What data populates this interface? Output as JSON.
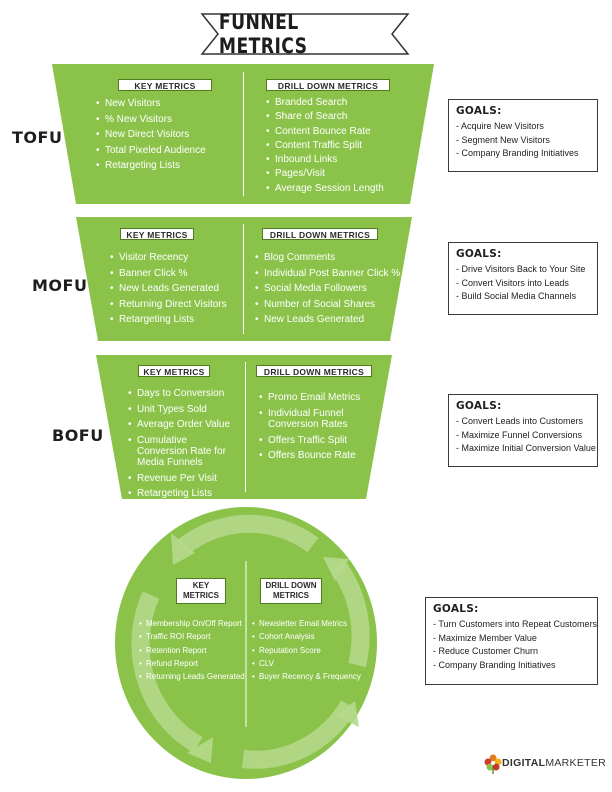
{
  "title": "FUNNEL METRICS",
  "colors": {
    "green": "#8bc34a",
    "green_dark": "#6fa23a",
    "green_light": "#b5d98b",
    "text_dark": "#1e1e1e",
    "border": "#3a3a3a"
  },
  "stages": [
    {
      "label": "TOFU",
      "key_header": "KEY METRICS",
      "drill_header": "DRILL DOWN METRICS",
      "key_metrics": [
        "New Visitors",
        "% New Visitors",
        "New Direct Visitors",
        "Total Pixeled Audience",
        "Retargeting Lists"
      ],
      "drill_metrics": [
        "Branded Search",
        "Share of Search",
        "Content Bounce Rate",
        "Content Traffic Split",
        "Inbound Links",
        "Pages/Visit",
        "Average Session Length"
      ],
      "goals_title": "GOALS:",
      "goals": [
        "- Acquire New Visitors",
        "- Segment New Visitors",
        "- Company Branding Initiatives"
      ]
    },
    {
      "label": "MOFU",
      "key_header": "KEY METRICS",
      "drill_header": "DRILL DOWN METRICS",
      "key_metrics": [
        "Visitor Recency",
        "Banner Click %",
        "New Leads Generated",
        "Returning Direct Visitors",
        "Retargeting Lists"
      ],
      "drill_metrics": [
        "Blog Comments",
        "Individual Post Banner Click %",
        "Social Media Followers",
        "Number of Social Shares",
        "New Leads Generated"
      ],
      "goals_title": "GOALS:",
      "goals": [
        "- Drive Visitors Back to Your Site",
        "- Convert Visitors into Leads",
        "- Build Social Media Channels"
      ]
    },
    {
      "label": "BOFU",
      "key_header": "KEY METRICS",
      "drill_header": "DRILL DOWN METRICS",
      "key_metrics": [
        "Days to Conversion",
        "Unit Types Sold",
        "Average Order Value",
        "Cumulative Conversion Rate for Media Funnels",
        "Revenue Per Visit",
        "Retargeting Lists"
      ],
      "drill_metrics": [
        "Promo Email Metrics",
        "Individual Funnel Conversion Rates",
        "Offers Traffic Split",
        "Offers Bounce Rate"
      ],
      "goals_title": "GOALS:",
      "goals": [
        "- Convert Leads into Customers",
        "- Maximize Funnel Conversions",
        "- Maximize Initial Conversion Value"
      ]
    }
  ],
  "retention": {
    "key_header": "KEY METRICS",
    "drill_header": "DRILL DOWN METRICS",
    "key_metrics": [
      "Membership On/Off Report",
      "Traffic ROI Report",
      "Retention Report",
      "Refund Report",
      "Returning Leads Generated"
    ],
    "drill_metrics": [
      "Newsletter Email Metrics",
      "Cohort Analysis",
      "Reputation Score",
      "CLV",
      "Buyer Recency & Frequency"
    ],
    "goals_title": "GOALS:",
    "goals": [
      "- Turn Customers into Repeat Customers",
      "- Maximize Member Value",
      "- Reduce Customer Churn",
      "- Company Branding Initiatives"
    ]
  },
  "brand": {
    "part1": "DIGITAL",
    "part2": "MARKETER",
    "icon": "flower-logo-icon"
  }
}
